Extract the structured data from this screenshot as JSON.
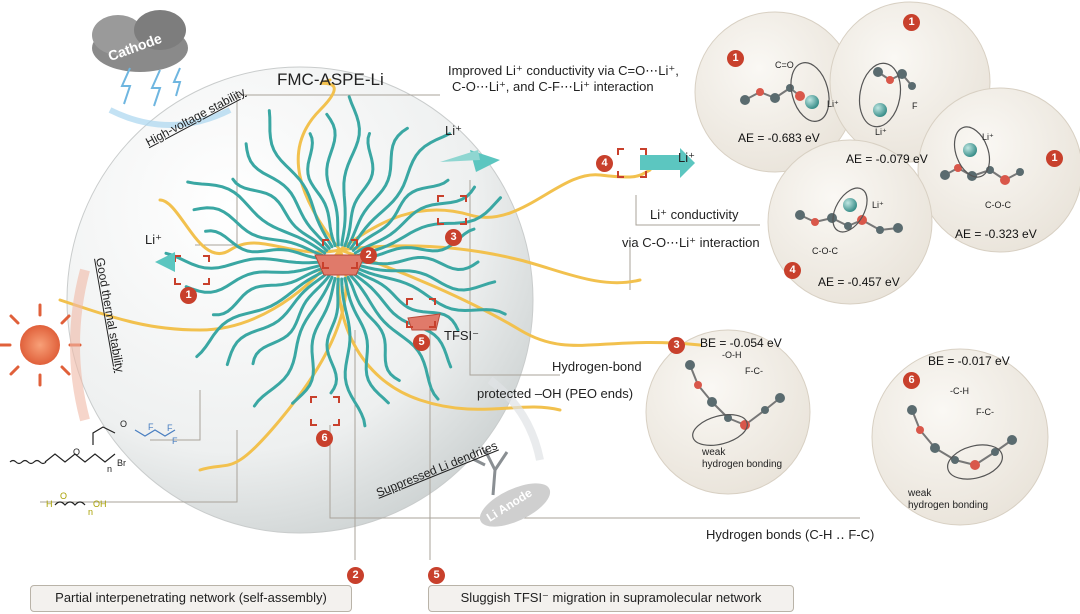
{
  "title": "FMC-ASPE-Li",
  "labels": {
    "cathode": "Cathode",
    "high_voltage": "High-voltage stability",
    "thermal": "Good thermal stability",
    "suppressed": "Suppressed Li dendrites",
    "li_anode": "Li Anode",
    "li_plus": "Li⁺",
    "tfsi": "TFSI⁻",
    "improved_line1": "Improved Li⁺ conductivity via C=O⋯Li⁺,",
    "improved_line2": "C-O⋯Li⁺, and C-F⋯Li⁺ interaction",
    "li_conductivity": "Li⁺ conductivity",
    "via_co": "via C-O⋯Li⁺ interaction",
    "hydrogen_bond": "Hydrogen-bond",
    "protected_oh": "protected –OH (PEO ends)",
    "hydrogen_bonds_ch": "Hydrogen bonds (C-H ‥ F-C)",
    "partial_network": "Partial interpenetrating network (self-assembly)",
    "sluggish": "Sluggish TFSI⁻ migration in supramolecular network"
  },
  "energies": {
    "ae1": "AE = -0.683 eV",
    "ae2": "AE = -0.079 eV",
    "ae3": "AE = -0.323 eV",
    "ae4": "AE = -0.457 eV",
    "be3": "BE = -0.054 eV",
    "be6": "BE = -0.017 eV"
  },
  "mol_labels": {
    "co_double": "C=O",
    "li": "Li⁺",
    "f": "F",
    "coc": "C-O-C",
    "oh": "-O-H",
    "fc": "F-C-",
    "ch": "-C-H",
    "weak1": "weak",
    "weak2": "hydrogen bonding"
  },
  "chem": {
    "br": "Br",
    "n": "n",
    "o": "O",
    "h": "H",
    "oh": "OH",
    "f": "F"
  },
  "badges": [
    "1",
    "2",
    "3",
    "4",
    "5",
    "6"
  ],
  "colors": {
    "chain_teal": "#3aa7a3",
    "chain_yellow": "#f2c14e",
    "badge_red": "#c8402c",
    "bubble": "#f1ede6"
  }
}
